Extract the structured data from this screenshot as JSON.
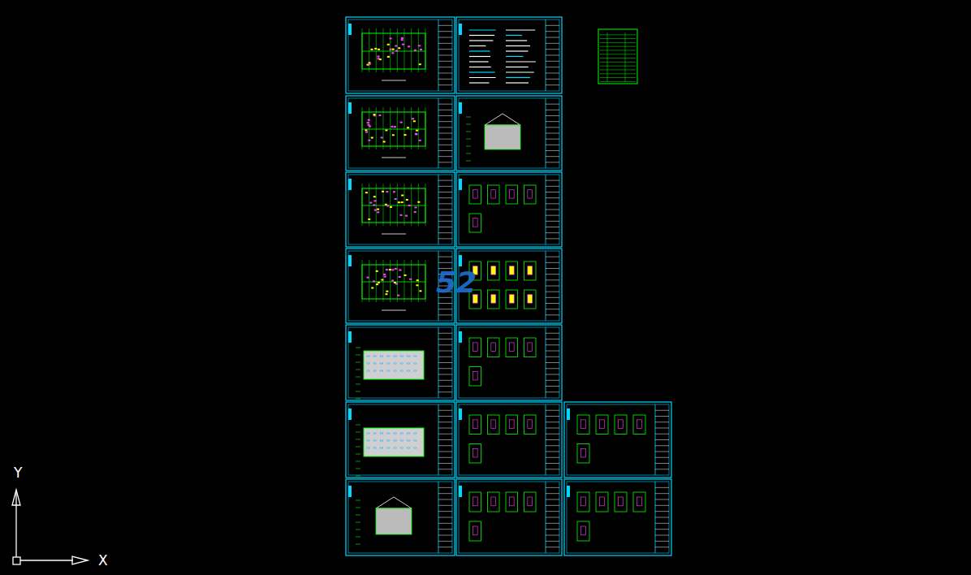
{
  "diagram": {
    "labels": [
      "Y",
      "X",
      "52"
    ]
  }
}
